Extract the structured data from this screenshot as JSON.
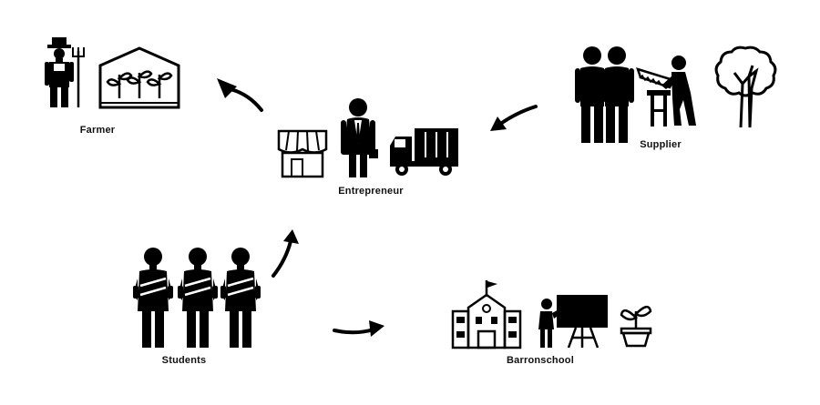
{
  "diagram": {
    "nodes": [
      {
        "id": "farmer",
        "label": "Farmer",
        "icons": [
          "farmer-icon",
          "greenhouse-icon"
        ]
      },
      {
        "id": "entrepreneur",
        "label": "Entrepreneur",
        "icons": [
          "shop-icon",
          "businessman-icon",
          "truck-icon"
        ]
      },
      {
        "id": "supplier",
        "label": "Supplier",
        "icons": [
          "two-people-icon",
          "carpenter-icon",
          "tree-icon"
        ]
      },
      {
        "id": "students",
        "label": "Students",
        "icons": [
          "student-icon",
          "student-icon",
          "student-icon"
        ]
      },
      {
        "id": "school",
        "label": "Barronschool",
        "icons": [
          "school-building-icon",
          "teacher-blackboard-icon",
          "potted-plant-icon"
        ]
      }
    ],
    "edges": [
      {
        "from": "entrepreneur",
        "to": "farmer"
      },
      {
        "from": "supplier",
        "to": "entrepreneur"
      },
      {
        "from": "students",
        "to": "entrepreneur"
      },
      {
        "from": "students",
        "to": "school"
      }
    ],
    "colors": {
      "ink": "#000000",
      "background": "#ffffff"
    }
  }
}
